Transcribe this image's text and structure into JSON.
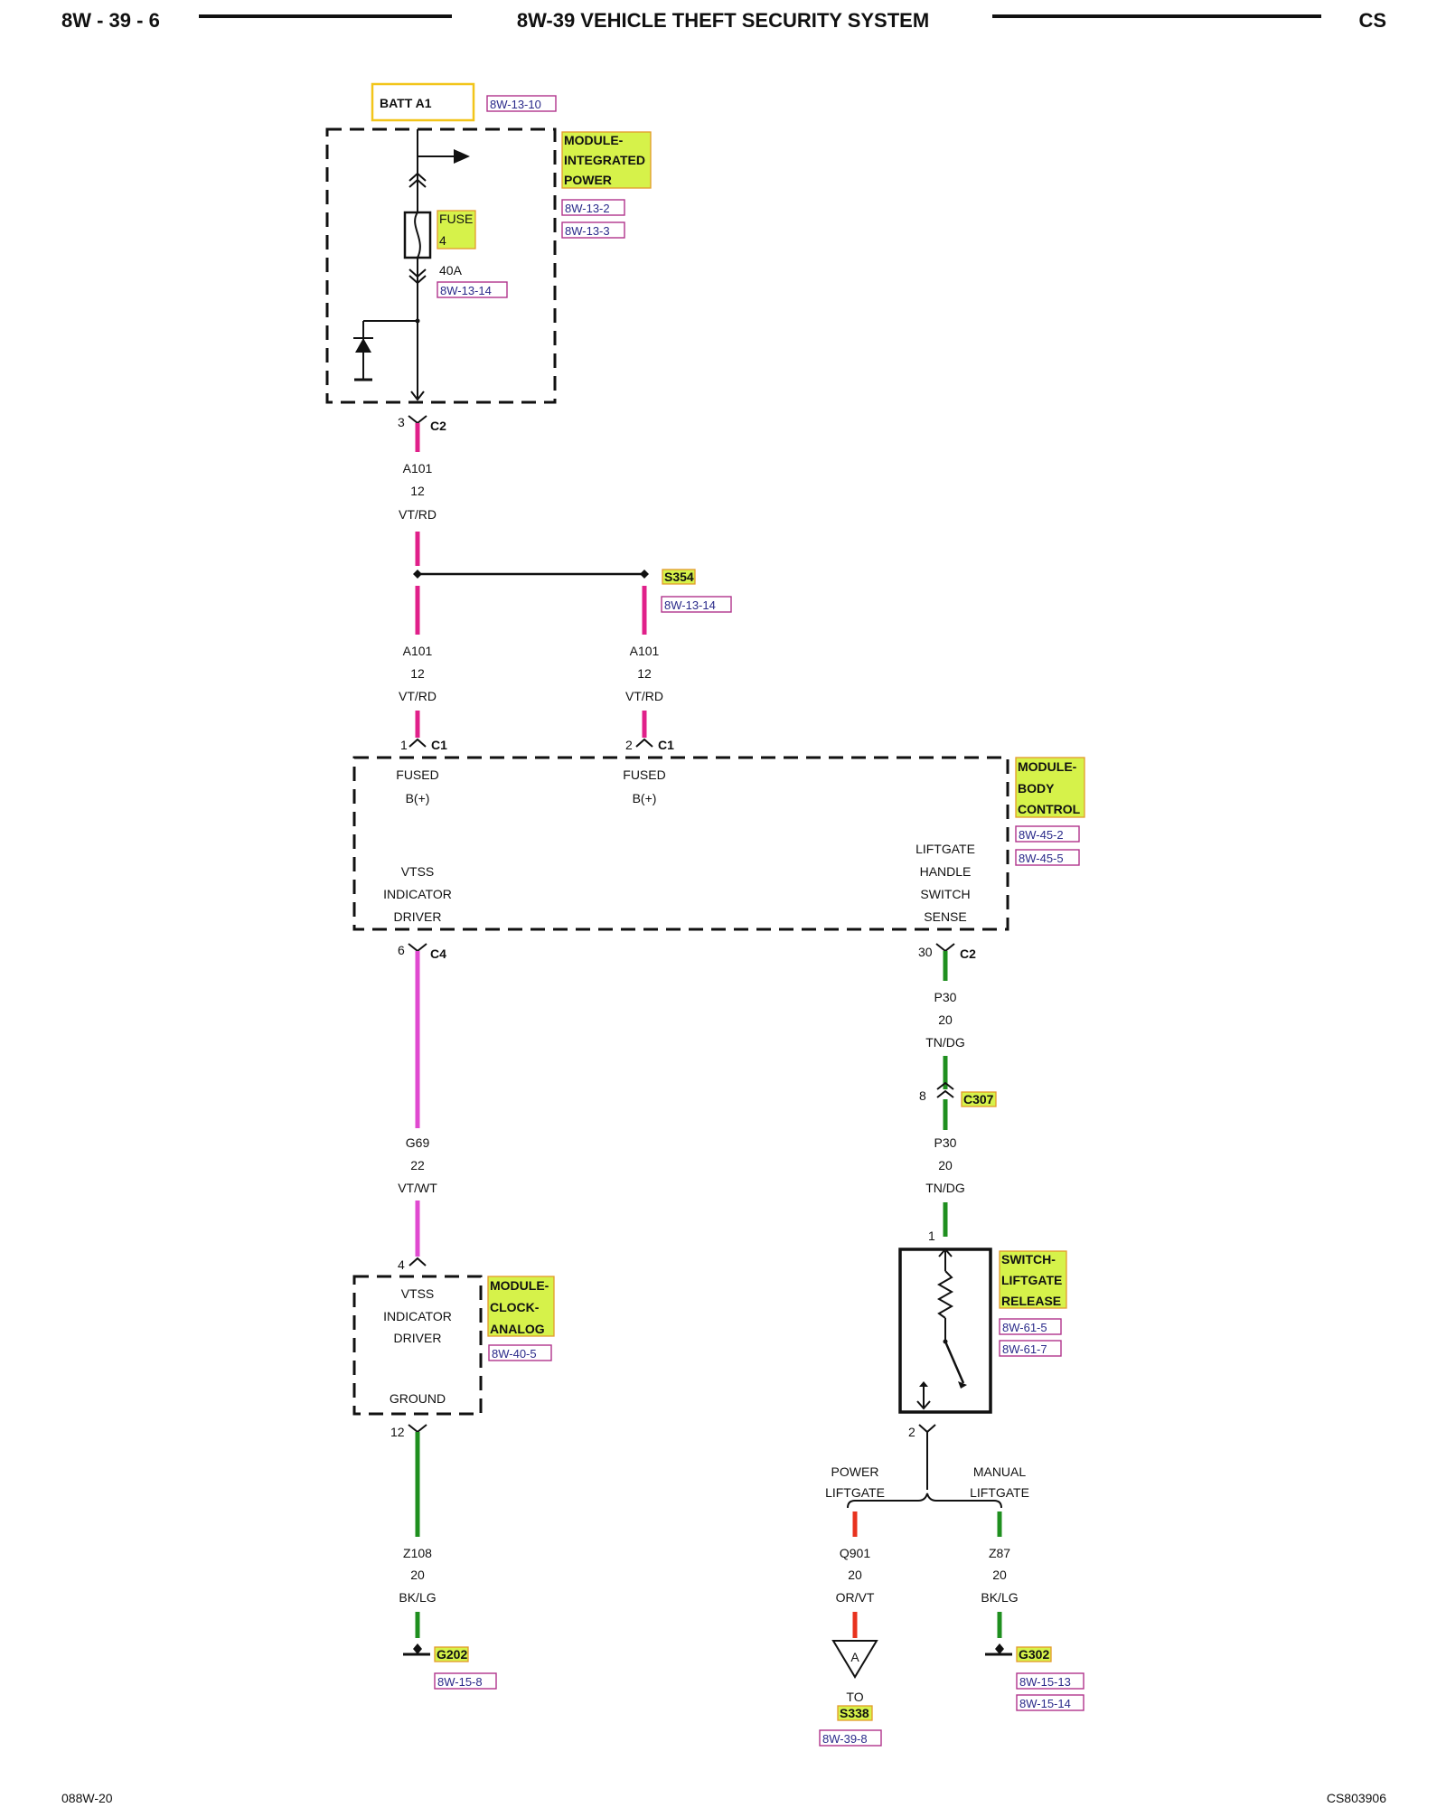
{
  "header": {
    "page_code": "8W - 39 - 6",
    "title": "8W-39 VEHICLE THEFT SECURITY SYSTEM",
    "model_code": "CS"
  },
  "footer": {
    "left_code": "088W-20",
    "right_code": "CS803906"
  },
  "power_source": {
    "label": "BATT A1",
    "ref": "8W-13-10"
  },
  "module_integrated_power": {
    "name_lines": [
      "MODULE-",
      "INTEGRATED",
      "POWER"
    ],
    "refs": [
      "8W-13-2",
      "8W-13-3"
    ],
    "fuse_lines": [
      "FUSE",
      "4"
    ],
    "fuse_rating": "40A",
    "fuse_ref": "8W-13-14"
  },
  "wire_a101_top": {
    "pin": "3",
    "connector": "C2",
    "circuit": "A101",
    "gauge": "12",
    "color": "VT/RD"
  },
  "splice_s354": {
    "name": "S354",
    "ref": "8W-13-14"
  },
  "wire_a101_left": {
    "circuit": "A101",
    "gauge": "12",
    "color": "VT/RD",
    "pin": "1",
    "connector": "C1"
  },
  "wire_a101_right": {
    "circuit": "A101",
    "gauge": "12",
    "color": "VT/RD",
    "pin": "2",
    "connector": "C1"
  },
  "module_body_control": {
    "name_lines": [
      "MODULE-",
      "BODY",
      "CONTROL"
    ],
    "refs": [
      "8W-45-2",
      "8W-45-5"
    ],
    "input1_lines": [
      "FUSED",
      "B(+)"
    ],
    "input2_lines": [
      "FUSED",
      "B(+)"
    ],
    "vtss_lines": [
      "VTSS",
      "INDICATOR",
      "DRIVER"
    ],
    "liftgate_lines": [
      "LIFTGATE",
      "HANDLE",
      "SWITCH",
      "SENSE"
    ]
  },
  "wire_g69": {
    "pin_top": "6",
    "connector_top": "C4",
    "circuit": "G69",
    "gauge": "22",
    "color": "VT/WT",
    "pin_bottom": "4"
  },
  "module_clock_analog": {
    "name_lines": [
      "MODULE-",
      "CLOCK-",
      "ANALOG"
    ],
    "ref": "8W-40-5",
    "vtss_lines": [
      "VTSS",
      "INDICATOR",
      "DRIVER"
    ],
    "ground_label": "GROUND"
  },
  "wire_z108": {
    "pin": "12",
    "circuit": "Z108",
    "gauge": "20",
    "color": "BK/LG",
    "ground": "G202",
    "ground_ref": "8W-15-8"
  },
  "wire_p30_upper": {
    "pin": "30",
    "connector": "C2",
    "circuit": "P30",
    "gauge": "20",
    "color": "TN/DG"
  },
  "connector_c307": {
    "pin": "8",
    "name": "C307"
  },
  "wire_p30_lower": {
    "circuit": "P30",
    "gauge": "20",
    "color": "TN/DG",
    "pin": "1"
  },
  "switch_liftgate_release": {
    "name_lines": [
      "SWITCH-",
      "LIFTGATE",
      "RELEASE"
    ],
    "refs": [
      "8W-61-5",
      "8W-61-7"
    ],
    "pin_bottom": "2"
  },
  "branch": {
    "left_lines": [
      "POWER",
      "LIFTGATE"
    ],
    "right_lines": [
      "MANUAL",
      "LIFTGATE"
    ]
  },
  "wire_q901": {
    "circuit": "Q901",
    "gauge": "20",
    "color": "OR/VT",
    "connector_letter": "A",
    "to_label": "TO",
    "destination": "S338",
    "destination_ref": "8W-39-8"
  },
  "wire_z87": {
    "circuit": "Z87",
    "gauge": "20",
    "color": "BK/LG",
    "ground": "G302",
    "ground_refs": [
      "8W-15-13",
      "8W-15-14"
    ]
  },
  "colors": {
    "vt_rd": "#e0208a",
    "vt_wt": "#e04ad0",
    "green": "#1f8f1f",
    "orange_red": "#e8321e",
    "highlight": "#d6f24a",
    "highlight_border": "#e39a2a",
    "ref_border": "#b0348c",
    "batt_border": "#f2c51a"
  }
}
